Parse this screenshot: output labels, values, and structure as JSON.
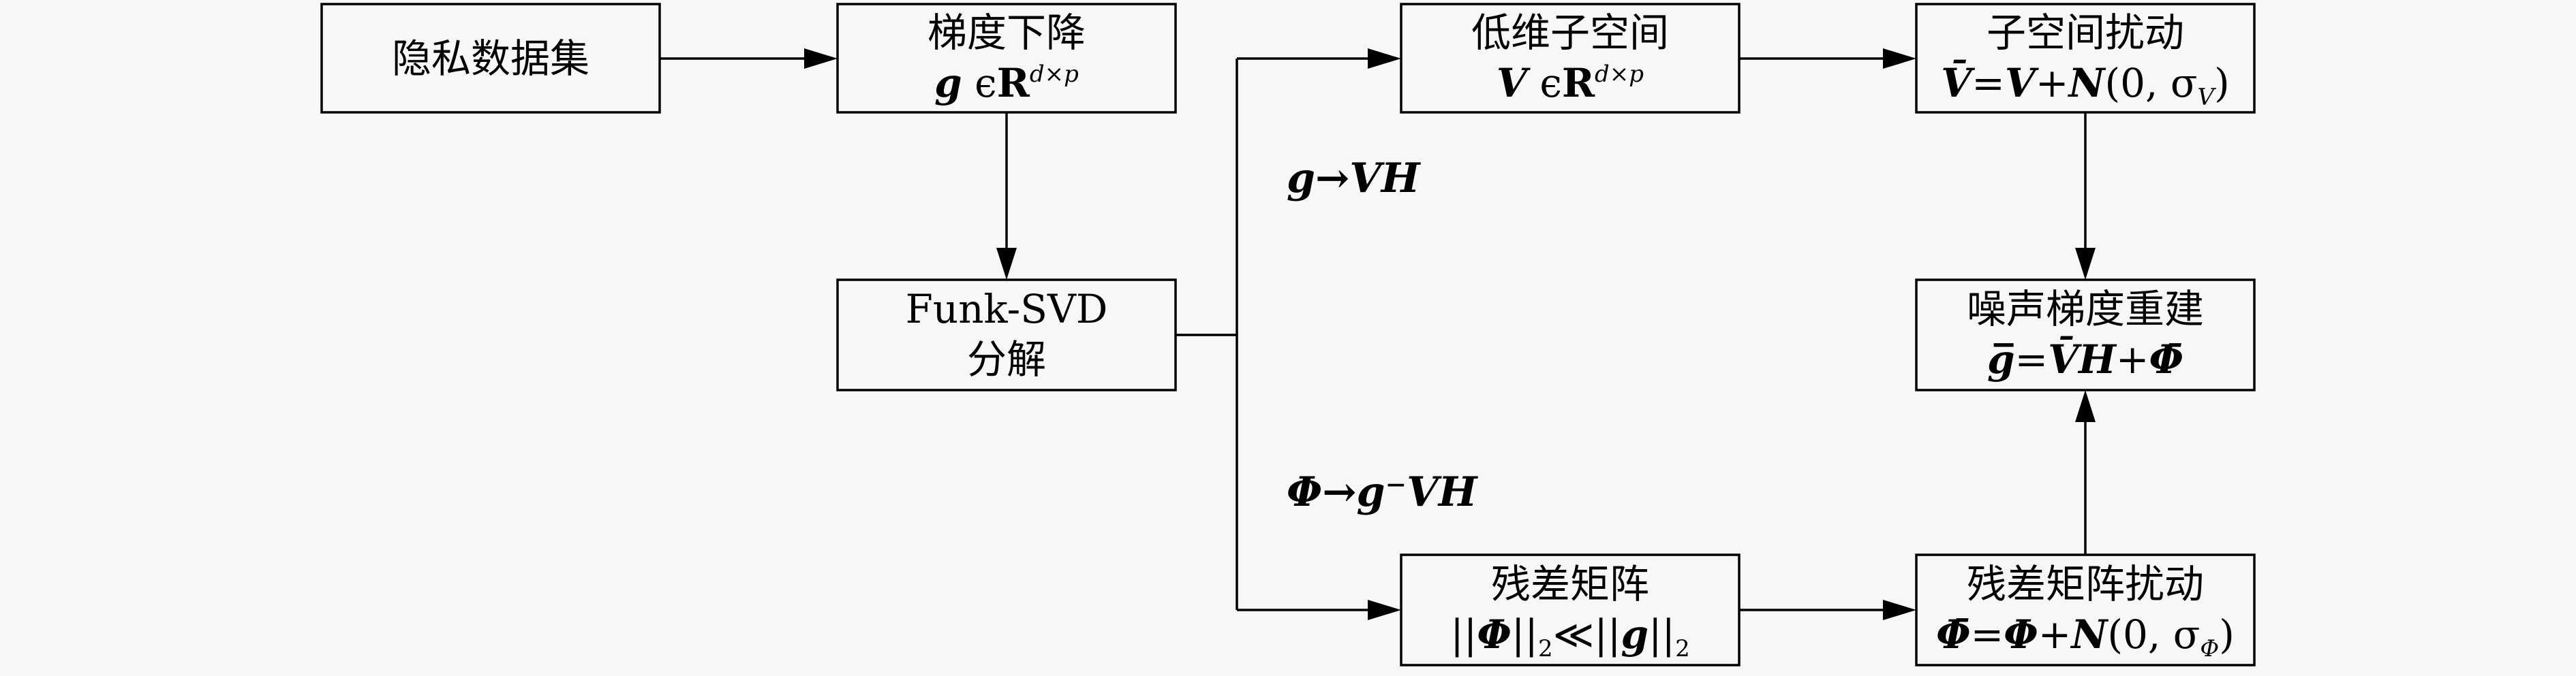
{
  "nodes": {
    "private_dataset": {
      "title": "隐私数据集"
    },
    "gradient_descent": {
      "title": "梯度下降",
      "formula": {
        "lhs": "g",
        "rel": " ϵ",
        "set": "R",
        "sup": "d×p"
      }
    },
    "funk_svd": {
      "title_line1": "Funk-SVD",
      "title_line2": "分解"
    },
    "low_dim_subspace": {
      "title": "低维子空间",
      "formula": {
        "lhs": "V",
        "rel": " ϵ",
        "set": "R",
        "sup": "d×p"
      }
    },
    "subspace_perturbation": {
      "title": "子空间扰动",
      "formula": {
        "lhs": "V̄",
        "eq": "=",
        "v": "V",
        "plus": "+",
        "n": "N",
        "args": "(0, σ",
        "sub": "V",
        "close": ")"
      }
    },
    "noisy_gradient_rebuild": {
      "title": "噪声梯度重建",
      "formula": {
        "lhs": "g̅",
        "eq": "=",
        "rhs": "V̄H",
        "plus": "+",
        "phi": "Φ̄"
      }
    },
    "residual_matrix": {
      "title": "残差矩阵",
      "formula": {
        "open": "||",
        "phi": "Φ",
        "close1": "||",
        "sub1": "2",
        "ll": "≪",
        "open2": "||",
        "g": "g",
        "close2": "||",
        "sub2": "2"
      }
    },
    "residual_perturbation": {
      "title": "残差矩阵扰动",
      "formula": {
        "lhs": "Φ̄",
        "eq": "=",
        "phi": "Φ",
        "plus": "+",
        "n": "N",
        "args": "(0, σ",
        "sub": "Φ",
        "close": ")"
      }
    }
  },
  "edge_labels": {
    "to_vh": "g→VH",
    "to_phi": "Φ→g⁻VH"
  }
}
